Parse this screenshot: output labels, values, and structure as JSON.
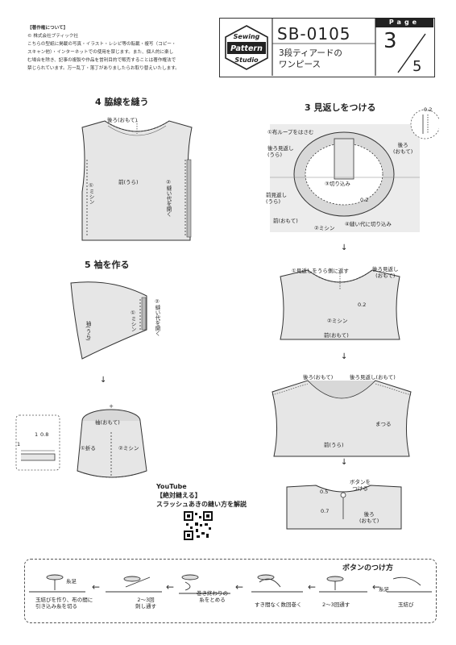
{
  "copyright": {
    "lines": [
      "【著作権について】",
      "© 株式会社ブティック社",
      "こちらの型紙に掲載の写真・イラスト・レシピ等の転載・複写（コピー・",
      "スキャン他）・インターネットでの使用を禁じます。また、個人的に楽し",
      "む場合を除き、記事の複製や作品を営利目的で販売することは著作権法で",
      "禁じられています。万一乱丁・落丁がありましたらお取り替えいたします。"
    ]
  },
  "header": {
    "logo_line1": "Sewing",
    "logo_line2": "Pattern",
    "logo_line3": "Studio",
    "code": "SB-0105",
    "title_line1": "3段ティアードの",
    "title_line2": "ワンピース",
    "page_label": "Page",
    "page_number": "3",
    "page_total": "5"
  },
  "step4": {
    "title": "4 脇線を縫う",
    "back_label": "後ろ(おもて)",
    "front_label": "前(うら)",
    "stitch_label": "①ミシン",
    "press_label": "②縫い代を開く"
  },
  "step5": {
    "title": "5 袖を作る",
    "sleeve_label": "袖(うら)",
    "stitch_label": "①ミシン",
    "press_label": "②縫い代を開く",
    "sleeve_face_label": "袖(おもて)",
    "fold_label": "①折る",
    "stitch2_label": "②ミシン",
    "detail_1": "1",
    "detail_08": "0.8",
    "detail_1b": "1"
  },
  "step3": {
    "title": "3 見返しをつける",
    "detail_02": "0.2",
    "loop_label": "①布ループをはさむ",
    "back_facing_label": "後ろ見返し\n(うら)",
    "back_face_label": "後ろ\n(おもて)",
    "cut_label": "③切り込み",
    "front_facing_label": "前見返し\n(うら)",
    "front_face_label": "前(おもて)",
    "seam_label": "②ミシン",
    "clip_label": "④縫い代に切り込み",
    "val_02": "0.2",
    "turn_label": "①見返しをうら側に返す",
    "back_facing2_label": "後ろ見返し\n(おもて)",
    "val_02b": "0.2",
    "stitch_label": "②ミシン",
    "front_face2_label": "前(おもて)",
    "back_face3_label": "後ろ(おもて)",
    "back_facing3_label": "後ろ見返し(おもて)",
    "tack_label": "まつる",
    "front_inner_label": "前(うら)",
    "button_attach_label": "ボタンを\nつける",
    "val_05": "0.5",
    "val_07": "0.7",
    "back_face4_label": "後ろ\n(おもて)"
  },
  "youtube": {
    "line1": "YouTube",
    "line2": "【絶対縫える】",
    "line3": "スラッシュあきの縫い方を解説"
  },
  "buttons": {
    "title": "ボタンのつけ方",
    "thread_label": "糸足",
    "knot_label": "玉結び",
    "pass_label": "2～3回通す",
    "wrap_label": "すき間なく数回巻く",
    "end_label": "巻き終わりの\n糸をとめる",
    "pass2_label": "2～3回\n刺し通す",
    "thread2_label": "糸足",
    "finish_label": "玉結びを作り、布の間に\n引き込み糸を切る"
  }
}
